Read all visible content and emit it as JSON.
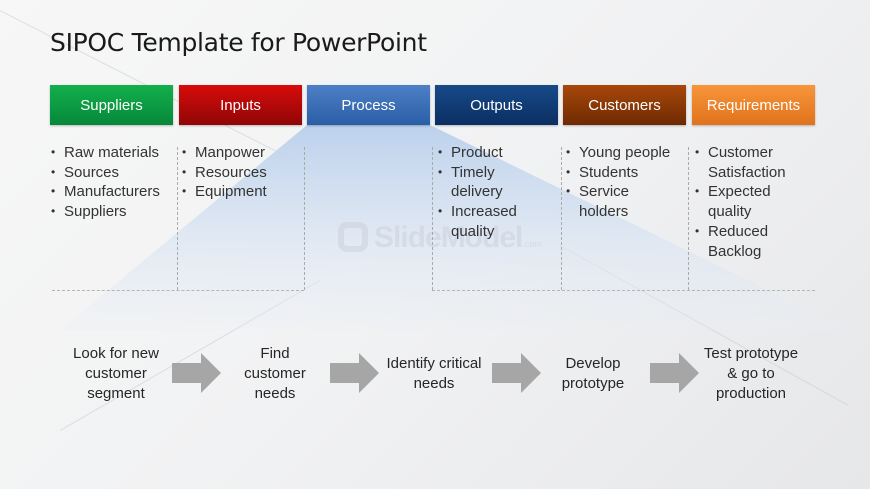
{
  "title": "SIPOC Template for PowerPoint",
  "headers": [
    {
      "label": "Suppliers",
      "color_top": "#12b04c",
      "color_bottom": "#07873a"
    },
    {
      "label": "Inputs",
      "color_top": "#d80b0b",
      "color_bottom": "#8f0606"
    },
    {
      "label": "Process",
      "color_top": "#4d80c6",
      "color_bottom": "#2a5ea6"
    },
    {
      "label": "Outputs",
      "color_top": "#174a8a",
      "color_bottom": "#0b2f62"
    },
    {
      "label": "Customers",
      "color_top": "#a8480a",
      "color_bottom": "#6e2a03"
    },
    {
      "label": "Requirements",
      "color_top": "#f7953b",
      "color_bottom": "#e0731c"
    }
  ],
  "columns": {
    "suppliers": [
      "Raw materials",
      "Sources",
      "Manufacturers",
      "Suppliers"
    ],
    "inputs": [
      "Manpower",
      "Resources",
      "Equipment"
    ],
    "outputs": [
      "Product",
      "Timely delivery",
      "Increased quality"
    ],
    "customers": [
      "Young people",
      "Students",
      "Service holders"
    ],
    "requirements": [
      "Customer Satisfaction",
      "Expected quality",
      "Reduced Backlog"
    ]
  },
  "process_steps": [
    "Look for new customer segment",
    "Find customer needs",
    "Identify critical needs",
    "Develop prototype",
    "Test prototype & go to production"
  ],
  "watermark": {
    "brand": "SlideModel",
    "suffix": ".com"
  },
  "colors": {
    "arrow": "#a6a6a6",
    "funnel": "#c9daf0"
  }
}
